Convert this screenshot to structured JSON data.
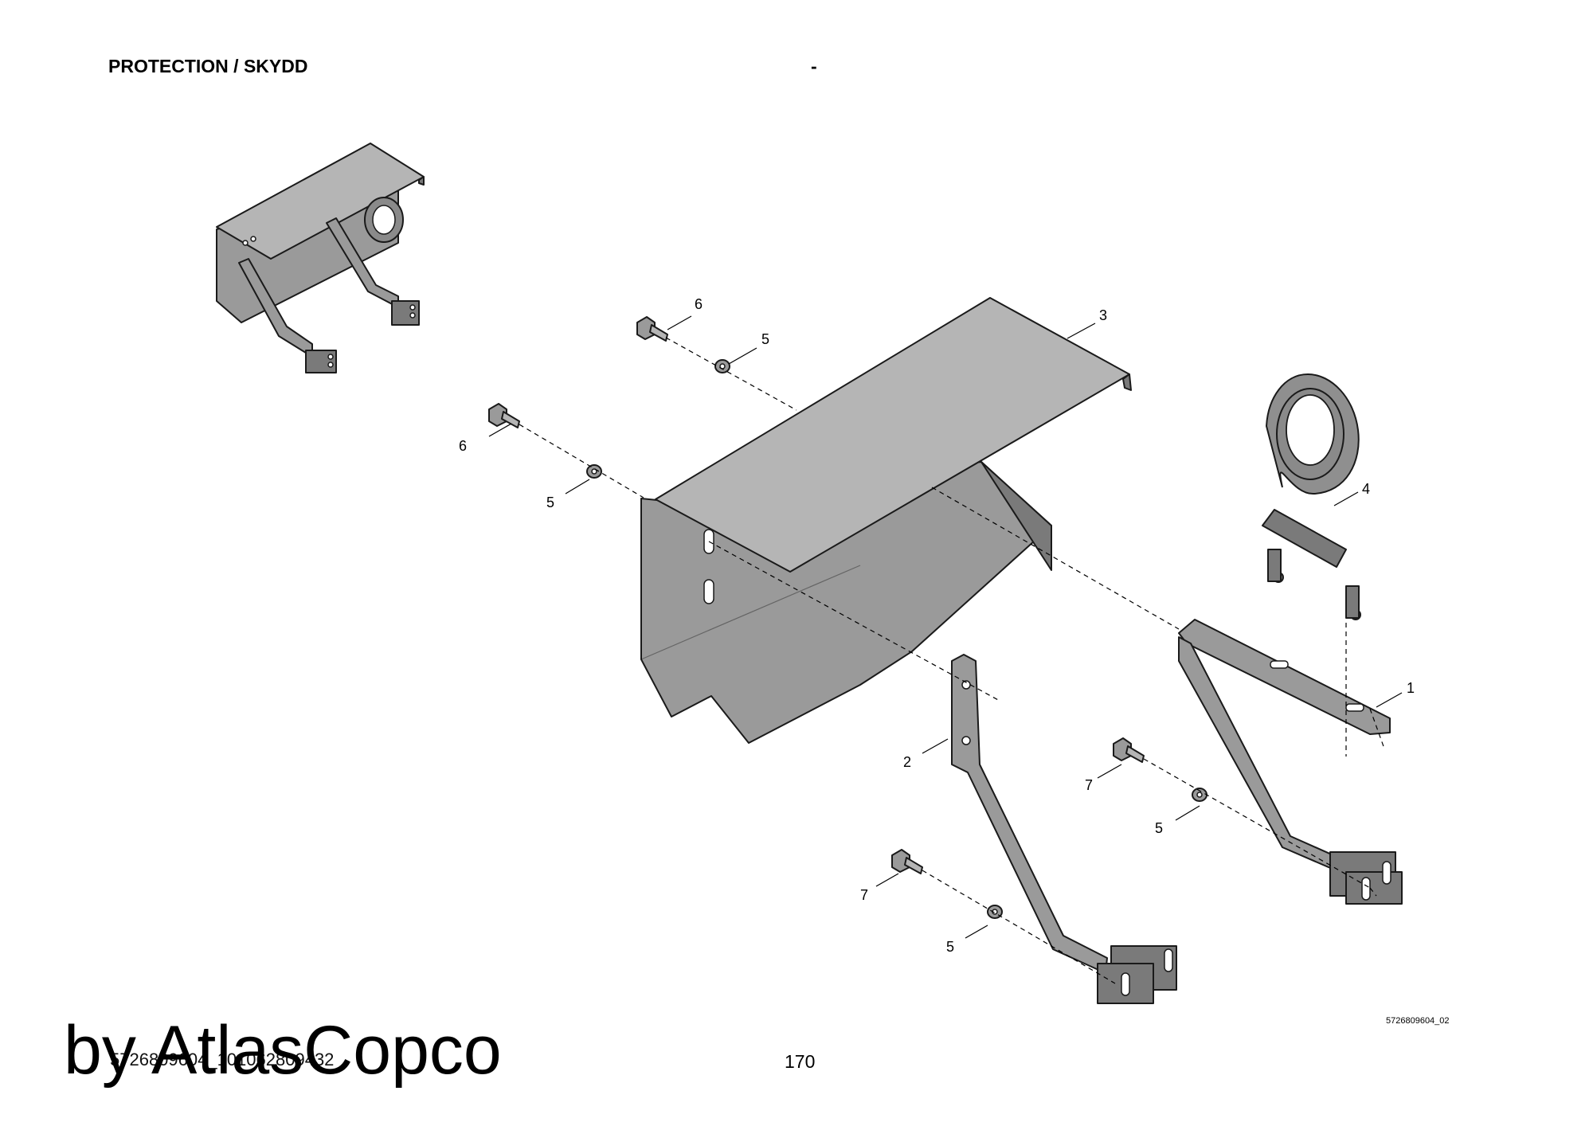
{
  "header": {
    "title": "PROTECTION / SKYDD",
    "separator": "-"
  },
  "diagram": {
    "callouts": [
      {
        "id": "c6a",
        "label": "6"
      },
      {
        "id": "c5a",
        "label": "5"
      },
      {
        "id": "c3",
        "label": "3"
      },
      {
        "id": "c6b",
        "label": "6"
      },
      {
        "id": "c5b",
        "label": "5"
      },
      {
        "id": "c4",
        "label": "4"
      },
      {
        "id": "c1",
        "label": "1"
      },
      {
        "id": "c2",
        "label": "2"
      },
      {
        "id": "c7a",
        "label": "7"
      },
      {
        "id": "c5c",
        "label": "5"
      },
      {
        "id": "c7b",
        "label": "7"
      },
      {
        "id": "c5d",
        "label": "5"
      }
    ],
    "drawing_code": "5726809604_02"
  },
  "footer": {
    "doc_ref": "5726809604_101062809432",
    "page_number": "170",
    "watermark": "by AtlasCopco"
  },
  "colors": {
    "part_fill": "#9a9a9a",
    "part_light": "#b8b8b8",
    "part_dark": "#6e6e6e",
    "outline": "#1a1a1a"
  }
}
